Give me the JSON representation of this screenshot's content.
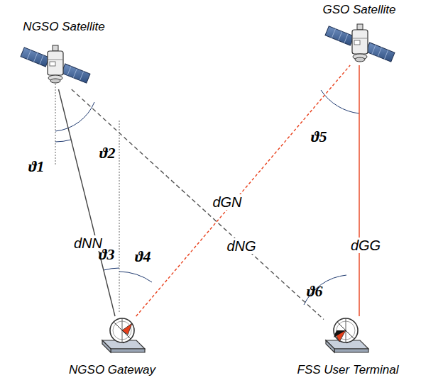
{
  "diagram": {
    "nodes": [
      {
        "text": [
          "NGSO Satellite"
        ]
      },
      {
        "text": [
          "GSO Satellite"
        ]
      },
      {
        "text": [
          "NGSO Gateway"
        ]
      },
      {
        "text": [
          "FSS User Terminal"
        ]
      }
    ],
    "edges": [
      {
        "from": 0,
        "to": 2,
        "label": "dNN",
        "arrow": "none"
      },
      {
        "from": 0,
        "to": 3,
        "label": "dNG",
        "arrow": "none"
      },
      {
        "from": 2,
        "to": 1,
        "label": "dGN",
        "arrow": "none"
      },
      {
        "from": 1,
        "to": 3,
        "label": "dGG",
        "arrow": "none"
      }
    ],
    "labels": [
      "ϑ1",
      "ϑ2",
      "ϑ3",
      "ϑ4",
      "ϑ5",
      "ϑ6"
    ]
  }
}
